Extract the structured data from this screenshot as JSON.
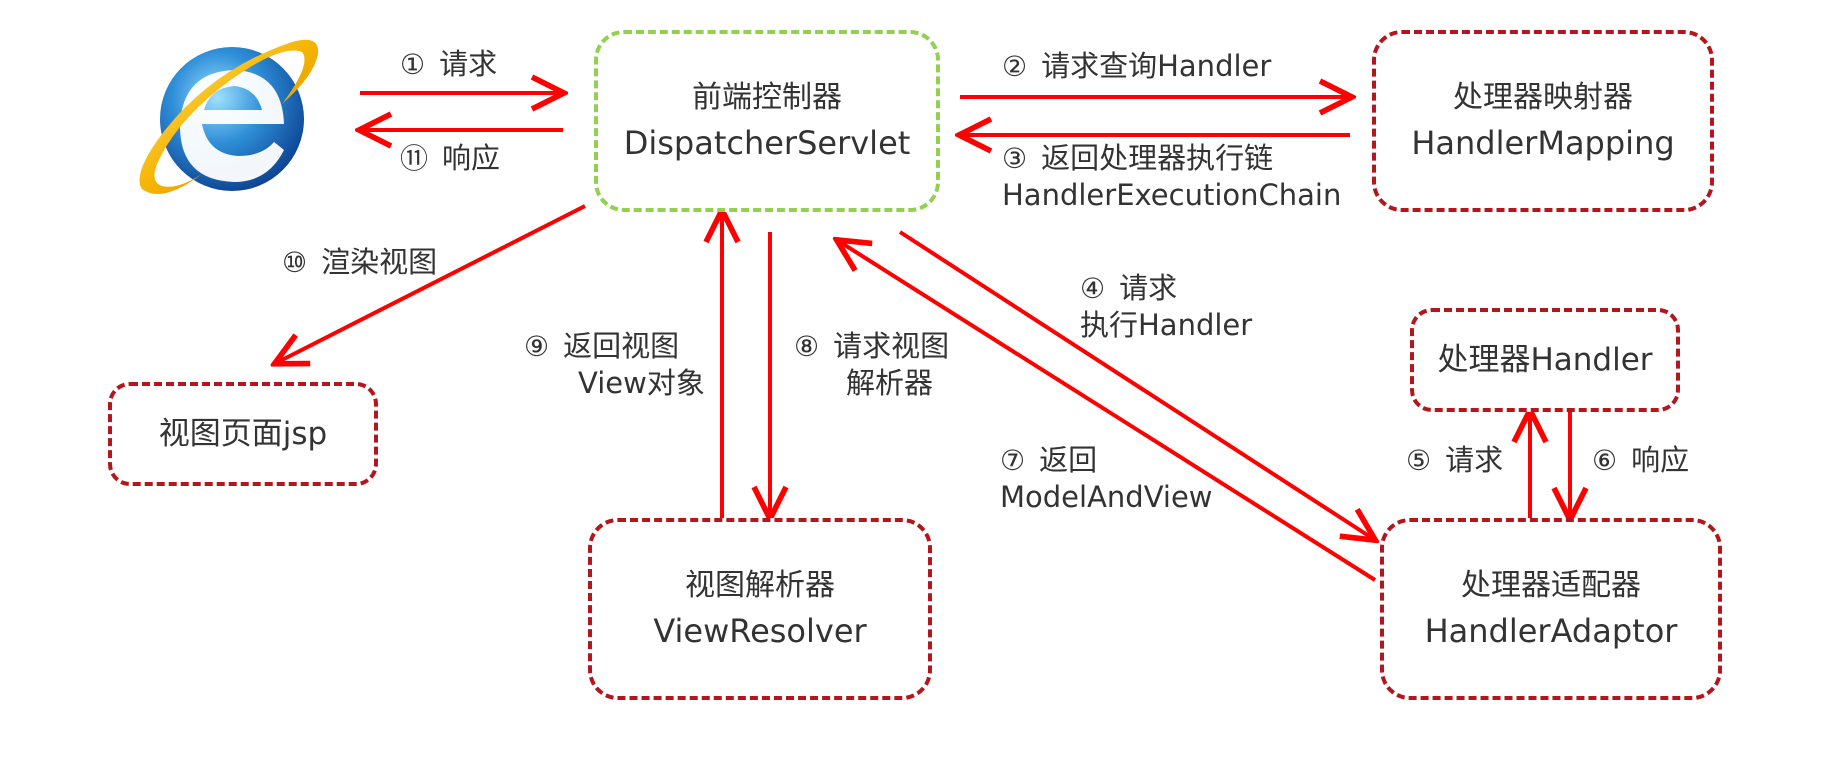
{
  "nodes": {
    "dispatcher": {
      "cn": "前端控制器",
      "en": "DispatcherServlet"
    },
    "mapping": {
      "cn": "处理器映射器",
      "en": "HandlerMapping"
    },
    "handler": {
      "label": "处理器Handler"
    },
    "adaptor": {
      "cn": "处理器适配器",
      "en": "HandlerAdaptor"
    },
    "resolver": {
      "cn": "视图解析器",
      "en": "ViewResolver"
    },
    "jsp": {
      "label": "视图页面jsp"
    }
  },
  "steps": {
    "s1": {
      "num": "①",
      "text": "请求"
    },
    "s11": {
      "num": "⑪",
      "text": "响应"
    },
    "s2": {
      "num": "②",
      "text": "请求查询Handler"
    },
    "s3": {
      "num": "③",
      "text": "返回处理器执行链",
      "text2": "HandlerExecutionChain"
    },
    "s10": {
      "num": "⑩",
      "text": "渲染视图"
    },
    "s4": {
      "num": "④",
      "text": "请求",
      "text2": "执行Handler"
    },
    "s9": {
      "num": "⑨",
      "text": "返回视图",
      "text2": "View对象"
    },
    "s8": {
      "num": "⑧",
      "text": "请求视图",
      "text2": "解析器"
    },
    "s7": {
      "num": "⑦",
      "text": "返回",
      "text2": "ModelAndView"
    },
    "s5": {
      "num": "⑤",
      "text": "请求"
    },
    "s6": {
      "num": "⑥",
      "text": "响应"
    }
  },
  "colors": {
    "arrow": "#ff0000",
    "box_border": "#b3161c",
    "controller_border": "#92d050",
    "text": "#333333"
  },
  "icons": {
    "browser": "internet-explorer-icon"
  }
}
